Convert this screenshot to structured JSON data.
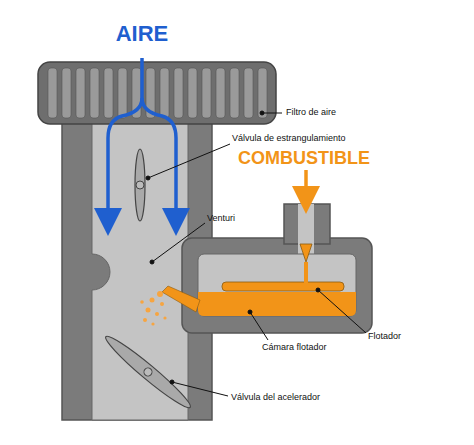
{
  "diagram": {
    "labels": [
      "AIRE",
      "Filtro de aire",
      "Válvula de estrangulamiento",
      "COMBUSTIBLE",
      "Venturi",
      "Flotador",
      "Cámara flotador",
      "Válvula del acelerador"
    ]
  }
}
